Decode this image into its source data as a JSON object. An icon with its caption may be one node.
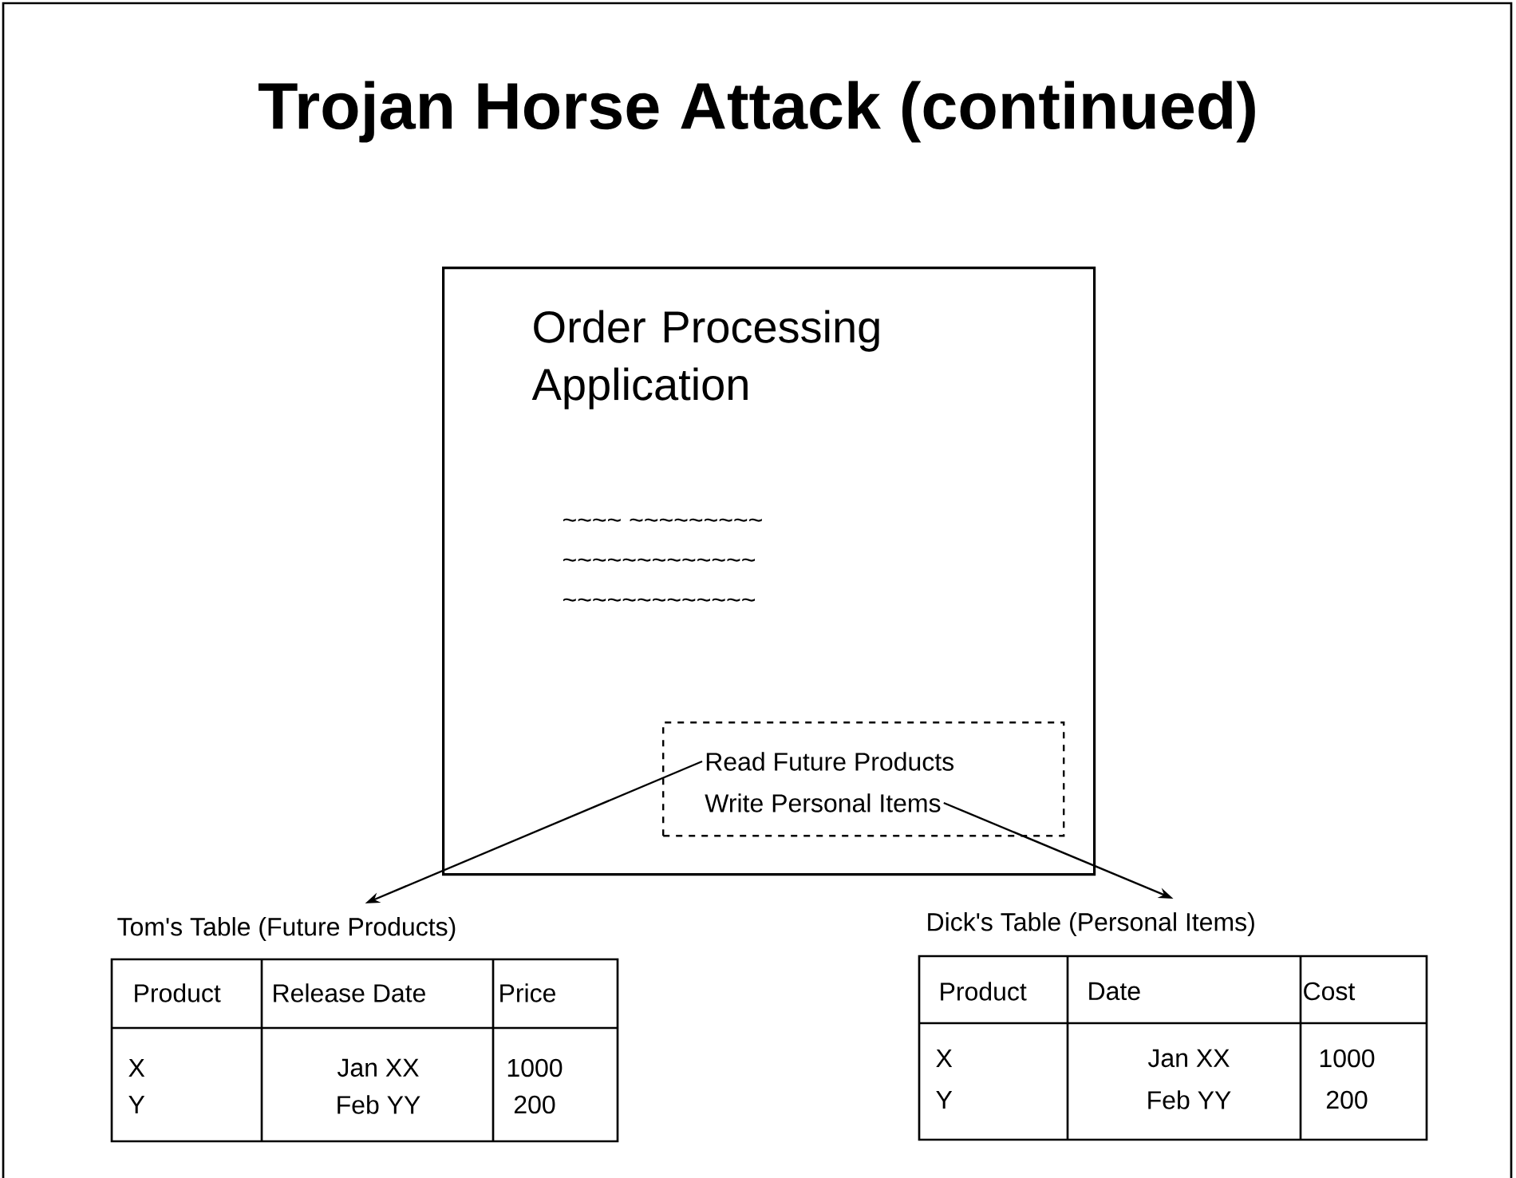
{
  "diagram": {
    "title": "Trojan Horse Attack (continued)",
    "nodes": [
      {
        "text": [
          "Order Processing Application",
          "~~~~ ~~~~~~~~~",
          "~~~~~~~~~~~~~",
          "~~~~~~~~~~~~~"
        ]
      },
      {
        "text": [],
        "shape": "box",
        "in": 0
      },
      {
        "text": [
          "Read Future Products"
        ],
        "in": 1
      },
      {
        "text": [
          "Write Personal Items"
        ],
        "in": 1
      },
      {
        "text": [
          "Tom's Table (Future Products)",
          "Product",
          "Release Date",
          "Price",
          "X",
          "Jan XX",
          "1000",
          "Y",
          "Feb YY",
          "200"
        ]
      },
      {
        "text": [
          "Dick's Table (Personal Items)",
          "Product",
          "Date",
          "Cost",
          "X",
          "Jan XX",
          "1000",
          "Y",
          "Feb YY",
          "200"
        ]
      }
    ],
    "edges": [
      {
        "from": 2,
        "to": 4,
        "arrow": "to"
      },
      {
        "from": 3,
        "to": 5,
        "arrow": "to"
      }
    ]
  }
}
